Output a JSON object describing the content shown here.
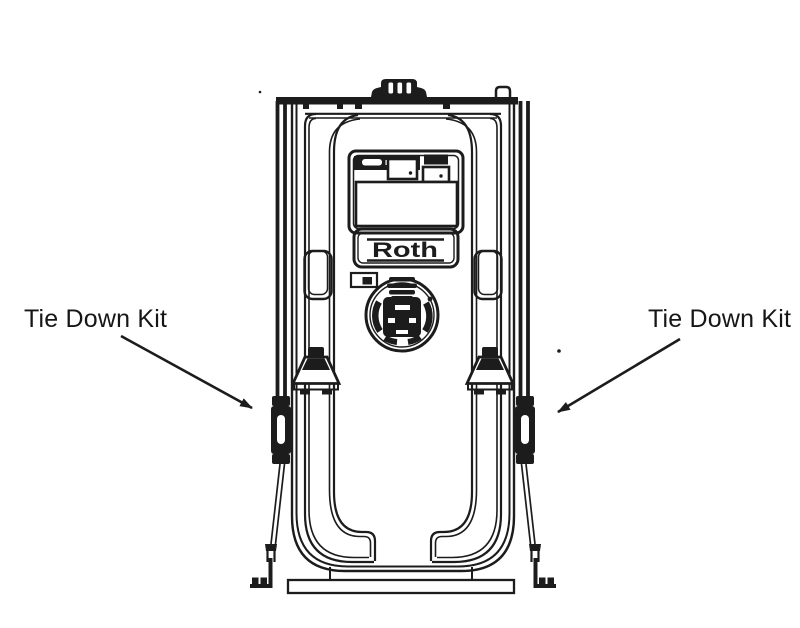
{
  "page": {
    "background": "#ffffff",
    "ink_color": "#1c1c1c"
  },
  "annotations": {
    "left_label": "Tie Down Kit",
    "right_label": "Tie Down Kit"
  },
  "tank": {
    "brand_plate": "Roth"
  }
}
